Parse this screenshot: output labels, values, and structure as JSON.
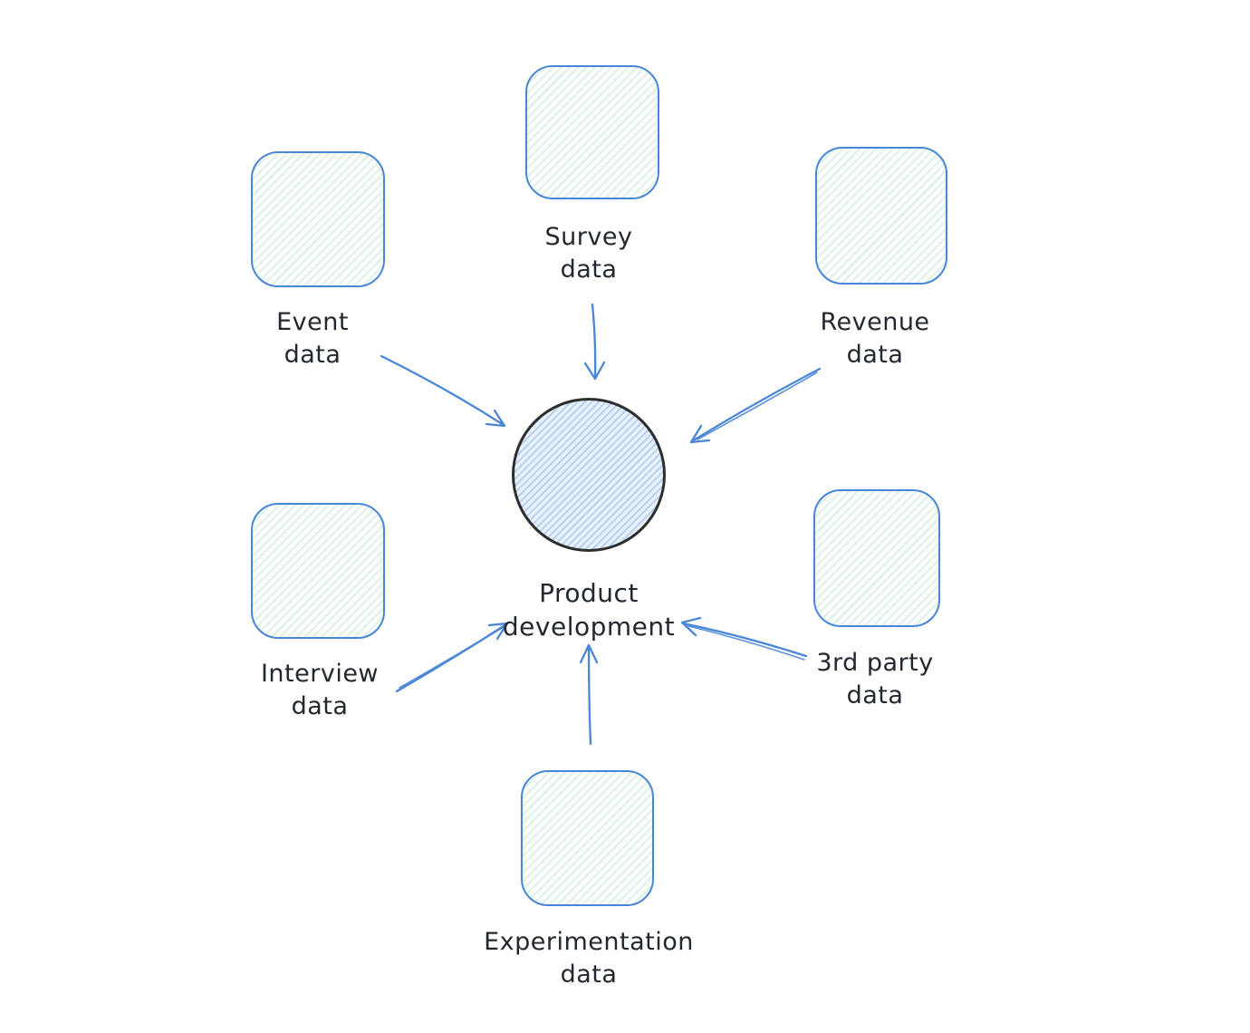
{
  "center": {
    "line1": "Product",
    "line2": "development"
  },
  "nodes": [
    {
      "id": "survey",
      "line1": "Survey",
      "line2": "data"
    },
    {
      "id": "event",
      "line1": "Event",
      "line2": "data"
    },
    {
      "id": "revenue",
      "line1": "Revenue",
      "line2": "data"
    },
    {
      "id": "interview",
      "line1": "Interview",
      "line2": "data"
    },
    {
      "id": "third-party",
      "line1": "3rd party",
      "line2": "data"
    },
    {
      "id": "experimentation",
      "line1": "Experimentation",
      "line2": "data"
    }
  ],
  "colors": {
    "node_border": "#4a86d8",
    "node_fill_hatch": "#a7debb",
    "node_fill_base": "#fbfefc",
    "center_border": "#2e2e2e",
    "center_fill_hatch": "#6ea0dc",
    "center_fill_base": "#e9f1fc",
    "arrow": "#4a86d8",
    "text": "#23272f",
    "background": "#ffffff"
  }
}
